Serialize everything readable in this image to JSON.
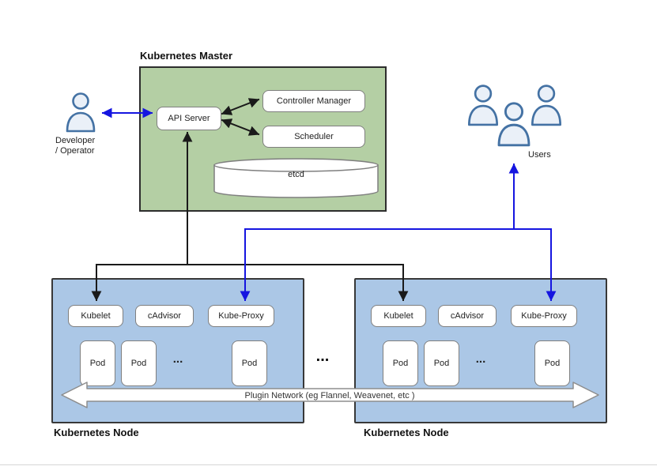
{
  "master": {
    "title": "Kubernetes Master",
    "api_server": "API Server",
    "controller_manager": "Controller Manager",
    "scheduler": "Scheduler",
    "etcd": "etcd"
  },
  "developer": {
    "line1": "Developer",
    "line2": "/ Operator"
  },
  "users": {
    "label": "Users"
  },
  "nodes": [
    {
      "title": "Kubernetes Node",
      "kubelet": "Kubelet",
      "cadvisor": "cAdvisor",
      "kube_proxy": "Kube-Proxy",
      "pods": [
        "Pod",
        "Pod",
        "Pod"
      ],
      "pods_ellipsis": "..."
    },
    {
      "title": "Kubernetes Node",
      "kubelet": "Kubelet",
      "cadvisor": "cAdvisor",
      "kube_proxy": "Kube-Proxy",
      "pods": [
        "Pod",
        "Pod",
        "Pod"
      ],
      "pods_ellipsis": "..."
    }
  ],
  "nodes_separator": "...",
  "plugin_network": {
    "label": "Plugin Network (eg Flannel, Weavenet, etc )"
  },
  "colors": {
    "master_fill": "#b4cfa4",
    "master_border": "#2d2d2d",
    "node_fill": "#abc7e6",
    "node_border": "#383838",
    "box_border": "#7f7f7f",
    "black_line": "#1a1a1a",
    "blue_line": "#1515e0",
    "person_stroke": "#4472a4",
    "person_fill": "#eaf0f8"
  }
}
